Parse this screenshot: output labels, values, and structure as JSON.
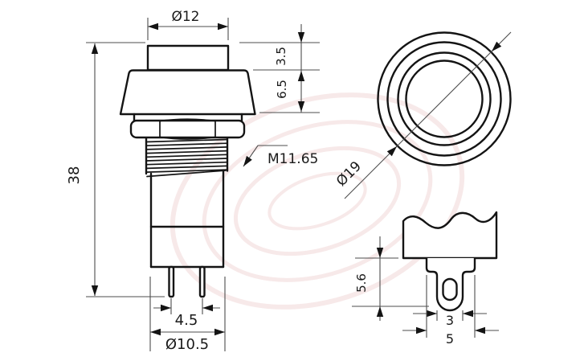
{
  "drawing": {
    "kind": "technical-dimension-drawing",
    "subject": "round push button switch with three views"
  },
  "dims": {
    "cap_diameter": "Ø12",
    "cap_top_height": "3.5",
    "cap_skirt_height": "6.5",
    "overall_length": "38",
    "thread_spec": "M11.65",
    "pin_pitch": "4.5",
    "body_diameter": "Ø10.5",
    "face_diameter": "Ø19",
    "terminal_section_height": "5.6",
    "terminal_width": "3",
    "terminal_base_width": "5"
  },
  "colors": {
    "outline": "#141414",
    "dimline": "#4d4d4d",
    "text": "#1a1a1a",
    "watermark": "#d99a9a",
    "background": "#ffffff"
  }
}
